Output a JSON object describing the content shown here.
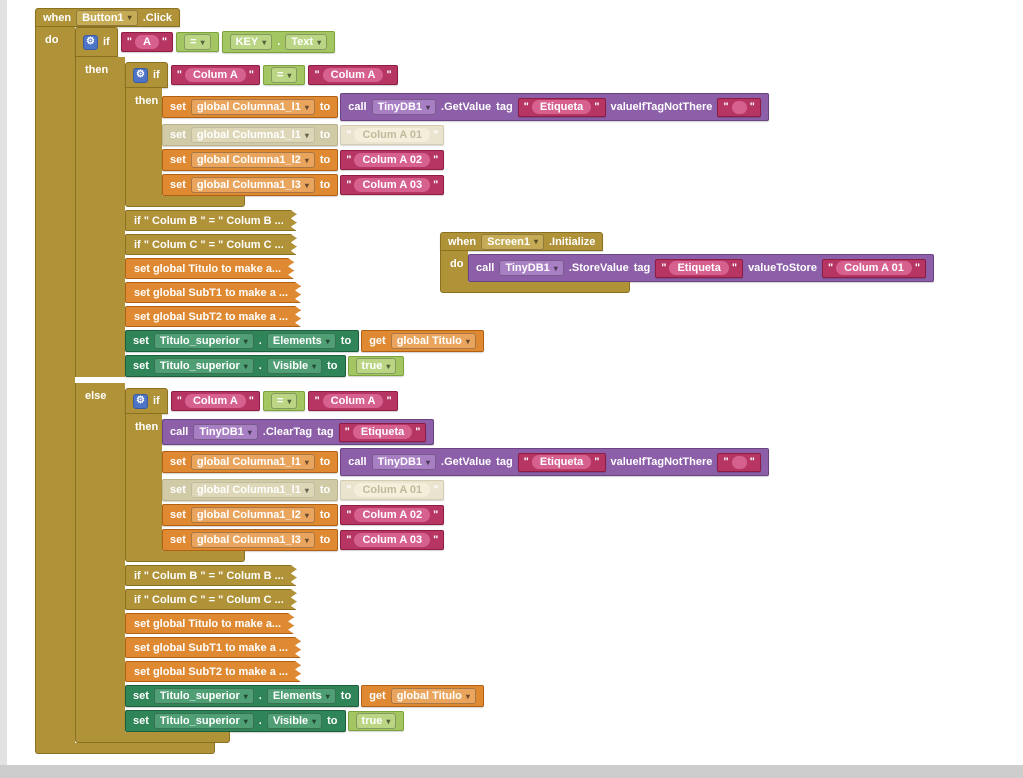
{
  "keywords": {
    "when": "when",
    "do": "do",
    "if": "if",
    "then": "then",
    "else": "else",
    "set": "set",
    "to": "to",
    "call": "call",
    "get": "get",
    "tag": "tag",
    "value_if_tag_not_there": "valueIfTagNotThere",
    "value_to_store": "valueToStore"
  },
  "button_event": {
    "component": "Button1",
    "event": ".Click"
  },
  "screen_event": {
    "component": "Screen1",
    "event": ".Initialize"
  },
  "outer_condition": {
    "left_text": "A",
    "operator": "=",
    "component": "KEY",
    "dot": ".",
    "property": "Text"
  },
  "inner_condition": {
    "left_text": "Colum A",
    "operator": "=",
    "right_text": "Colum A"
  },
  "tinydb": {
    "component": "TinyDB1",
    "get_value_method": ".GetValue",
    "clear_tag_method": ".ClearTag",
    "store_value_method": ".StoreValue",
    "tag_text": "Etiqueta",
    "not_there_text": "",
    "store_text": "Colum A 01"
  },
  "variables": {
    "col1": "global Columna1_l1",
    "col2": "global Columna1_l2",
    "col3": "global Columna1_l3",
    "titulo": "global Titulo"
  },
  "values": {
    "col1": "Colum A 01",
    "col2": "Colum A 02",
    "col3": "Colum A 03",
    "true_value": "true"
  },
  "collapsed": {
    "if_colum_b": "if \" Colum B \" = \" Colum B ...",
    "if_colum_c": "if \" Colum C \" = \" Colum C ...",
    "set_titulo": "set global Titulo to make a...",
    "set_subt1": "set global SubT1 to make a ...",
    "set_subt2": "set global SubT2 to make a ..."
  },
  "component_props": {
    "name": "Titulo_superior",
    "dot": ".",
    "elements": "Elements",
    "visible": "Visible"
  }
}
